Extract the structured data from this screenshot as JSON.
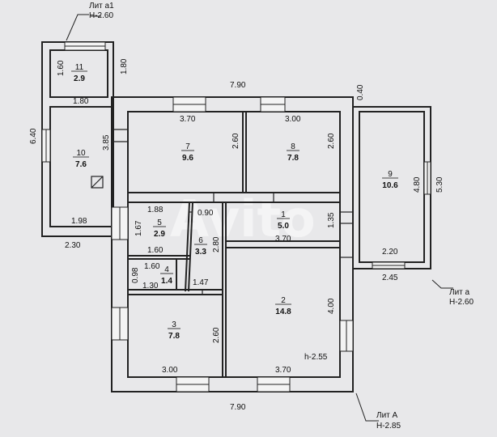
{
  "labels": {
    "lit_a1": "Лит а1",
    "lit_a1_h": "H-2.60",
    "lit_a": "Лит а",
    "lit_a_h": "H-2.60",
    "lit_A": "Лит А",
    "lit_A_h": "H-2.85",
    "room_height": "h-2.55"
  },
  "rooms": [
    {
      "num": "1",
      "area": "5.0"
    },
    {
      "num": "2",
      "area": "14.8"
    },
    {
      "num": "3",
      "area": "7.8"
    },
    {
      "num": "4",
      "area": "1.4"
    },
    {
      "num": "5",
      "area": "2.9"
    },
    {
      "num": "6",
      "area": "3.3"
    },
    {
      "num": "7",
      "area": "9.6"
    },
    {
      "num": "8",
      "area": "7.8"
    },
    {
      "num": "9",
      "area": "10.6"
    },
    {
      "num": "10",
      "area": "7.6"
    },
    {
      "num": "11",
      "area": "2.9"
    }
  ],
  "dims": {
    "top_total": "7.90",
    "bottom_total": "7.90",
    "d_040": "0.40",
    "d_180_right": "1.80",
    "d_160": "1.60",
    "d_180_inner": "1.80",
    "d_640": "6.40",
    "d_385": "3.85",
    "d_198": "1.98",
    "d_230": "2.30",
    "r7_w": "3.70",
    "r7_h": "2.60",
    "r8_w": "3.00",
    "r8_h": "2.60",
    "r9_h": "4.80",
    "r9_outer": "5.30",
    "r9_w": "2.20",
    "r9_outer_w": "2.45",
    "r5_w": "1.88",
    "r5_h": "1.67",
    "r5_w2": "1.60",
    "d_090": "0.90",
    "r1_h": "1.35",
    "r6_h": "2.80",
    "r2_w_top": "3.70",
    "r4_w": "1.60",
    "r4_h": "0.98",
    "r4_w2": "1.30",
    "d_147": "1.47",
    "r2_h": "4.00",
    "r3_h": "2.60",
    "r3_w": "3.00",
    "r2_w": "3.70"
  },
  "watermark": "Avito"
}
